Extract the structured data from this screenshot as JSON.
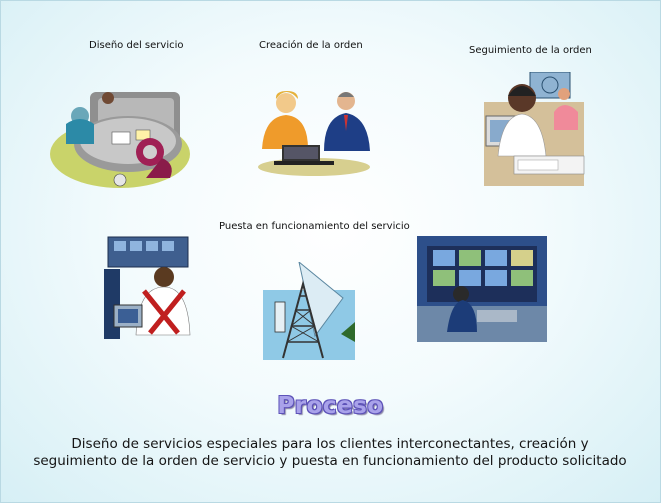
{
  "labels": {
    "diseno": "Diseño del servicio",
    "creacion": "Creación de la orden",
    "seguimiento": "Seguimiento de la orden",
    "puesta": "Puesta en funcionamiento del servicio"
  },
  "title": "Proceso",
  "description": "Diseño de servicios especiales para los clientes interconectantes, creación y seguimiento de la orden de servicio y puesta en funcionamiento del producto solicitado",
  "icons": [
    "meeting-table-clipart",
    "two-people-laptop-clipart",
    "call-center-agent-clipart",
    "server-operator-clipart",
    "antenna-tower-clipart",
    "control-room-clipart"
  ]
}
